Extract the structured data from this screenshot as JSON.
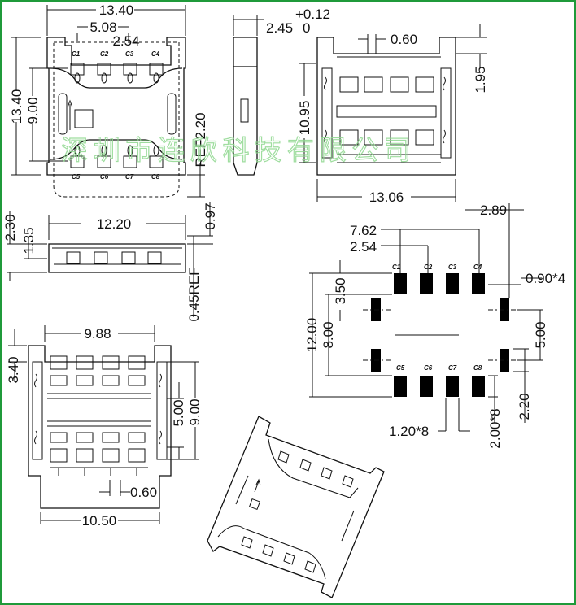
{
  "watermark": "深圳市连欣科技有限公司",
  "frame_color": "#1f9a3a",
  "top_view": {
    "width": "13.40",
    "pitch_a": "5.08",
    "pitch_b": "2.54",
    "height": "13.40",
    "inner": "9.00",
    "ref": "REF2.20",
    "contacts_top": [
      "C1",
      "C2",
      "C3",
      "C4"
    ],
    "contacts_bottom": [
      "C5",
      "C6",
      "C7",
      "C8"
    ]
  },
  "side_view": {
    "thickness": "2.45",
    "tol_plus": "+0.12",
    "tol_minus": "0"
  },
  "bottom_view": {
    "pitch": "0.60",
    "offset": "1.95",
    "height": "10.95",
    "width": "13.06"
  },
  "front_view": {
    "width": "12.20",
    "h1": "2.30",
    "h2": "1.35",
    "h3": "0.97",
    "ref": "0.45REF"
  },
  "underside_view": {
    "width": "9.88",
    "h1": "3.40",
    "h2": "5.00",
    "h3": "9.00",
    "pitch": "0.60",
    "base": "10.50"
  },
  "footprint": {
    "d1": "7.62",
    "d2": "2.54",
    "d3": "2.89",
    "pad_w": "0.90*4",
    "d4": "3.50",
    "d5": "12.00",
    "d6": "8.00",
    "d7": "5.00",
    "d8": "2.20",
    "pad_len": "2.00*8",
    "pad_w8": "1.20*8",
    "contacts_top": [
      "C1",
      "C2",
      "C3",
      "C4"
    ],
    "contacts_bottom": [
      "C5",
      "C6",
      "C7",
      "C8"
    ]
  }
}
